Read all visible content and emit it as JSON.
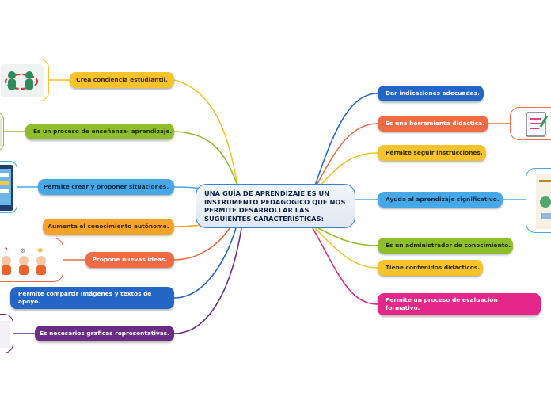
{
  "center": {
    "title": "UNA GUÍA DE APRENDIZAJE ES UN INSTRUMENTO PEDAGOGICO QUE NOS PERMITE DESARROLLAR LAS SUGUIENTES CARACTERISTICAS:"
  },
  "left_nodes": [
    "Crea conciencia estudiantil.",
    "Es un proceso de enseñanza- aprendizaje.",
    "Permite crear y proponer situaciones.",
    "Aumenta el conocimiento autónomo.",
    "Propone nuevas ideas.",
    "Permite compartir Imágenes y textos de apoyo.",
    "Es necesarios graficas representativas."
  ],
  "right_nodes": [
    "Dar indicaciones adecuadas.",
    "Es una herramienta didactica.",
    "Permite seguir instrucciones.",
    "Ayuda al aprendizaje significativo.",
    "Es un administrador de conocimiento.",
    "Tiene contenidos didácticos.",
    "Permite un proceso de evaluación formativo."
  ],
  "colors": {
    "yellow": "#f6c42a",
    "green": "#8fbe2c",
    "sky": "#47a8e8",
    "orange": "#f5a329",
    "salmon": "#ef6b45",
    "blue": "#2466c6",
    "purple": "#6b2c86",
    "pink": "#e52789"
  },
  "images": [
    "students-discussion-image",
    "students-reading-image",
    "tablet-image",
    "children-ideas-image",
    "graphics-image",
    "checklist-document-image",
    "learning-infographic-image"
  ]
}
